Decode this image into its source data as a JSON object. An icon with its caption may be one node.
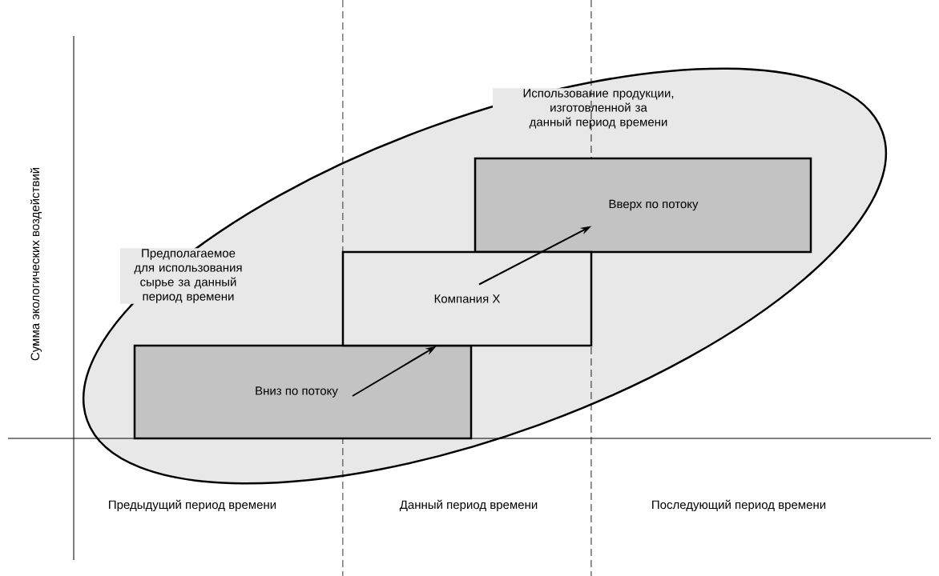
{
  "diagram": {
    "nodes": [
      {
        "text": [
          "Предполагаемое для использования сырье за данный период времени",
          "Использование продукции, изготовленной за данный период времени"
        ]
      },
      {
        "text": [
          "Вниз по потоку"
        ],
        "in": 0
      },
      {
        "text": [
          "Компания X"
        ],
        "in": 0
      },
      {
        "text": [
          "Вверх по потоку"
        ],
        "in": 0
      }
    ],
    "edges": [
      {
        "from": 1,
        "to": 2,
        "arrow": "to"
      },
      {
        "from": 2,
        "to": 3,
        "arrow": "to"
      }
    ],
    "labels": [
      "Сумма экологических воздействий",
      "Предыдущий период времени",
      "Данный период времени",
      "Последующий период времени"
    ]
  }
}
